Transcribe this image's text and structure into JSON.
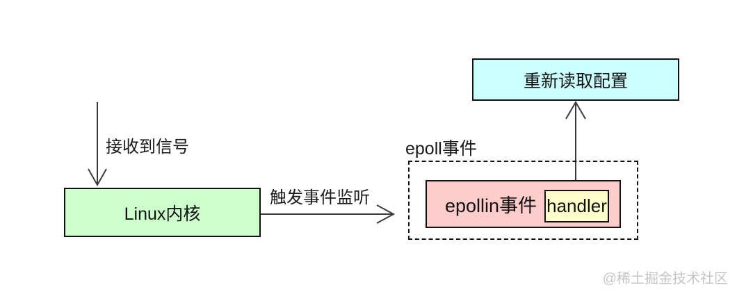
{
  "diagram": {
    "nodes": {
      "linux_kernel": {
        "label": "Linux内核"
      },
      "epollin_event": {
        "label": "epollin事件"
      },
      "handler": {
        "label": "handler"
      },
      "reload_config": {
        "label": "重新读取配置"
      }
    },
    "groups": {
      "epoll": {
        "label": "epoll事件"
      }
    },
    "edge_labels": {
      "signal_received": "接收到信号",
      "trigger_listen": "触发事件监听"
    },
    "colors": {
      "kernel_box_fill": "#ccffcc",
      "epollin_box_fill": "#ffcccc",
      "handler_box_fill": "#ffffcc",
      "reload_box_fill": "#ccffff",
      "box_border": "#111111",
      "arrow_stroke": "#3a3a3a",
      "watermark_text": "#c5c5c5"
    }
  },
  "watermark": {
    "text": "@稀土掘金技术社区"
  }
}
